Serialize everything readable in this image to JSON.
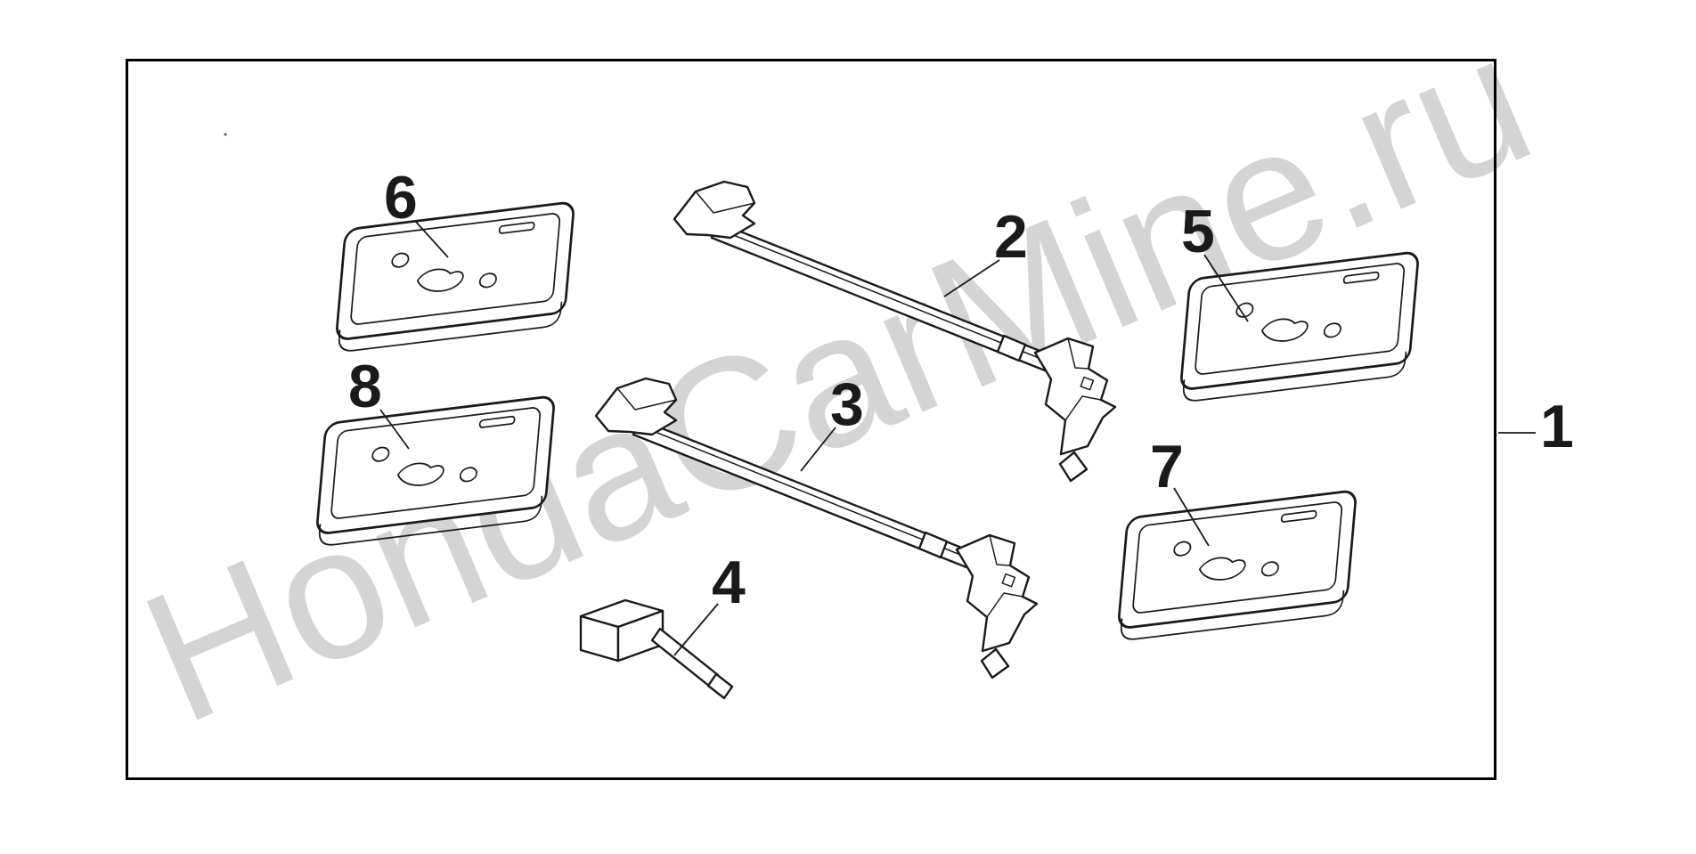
{
  "page": {
    "background_color": "#ffffff"
  },
  "colors": {
    "ink": "#1a1a1a",
    "watermark": "#d4d4d4",
    "border": "#000000"
  },
  "watermark": {
    "text": "HondaCarMine.ru"
  },
  "diagram": {
    "callouts": [
      {
        "label": "1"
      },
      {
        "label": "2"
      },
      {
        "label": "3"
      },
      {
        "label": "4"
      },
      {
        "label": "5"
      },
      {
        "label": "6"
      },
      {
        "label": "7"
      },
      {
        "label": "8"
      }
    ]
  }
}
